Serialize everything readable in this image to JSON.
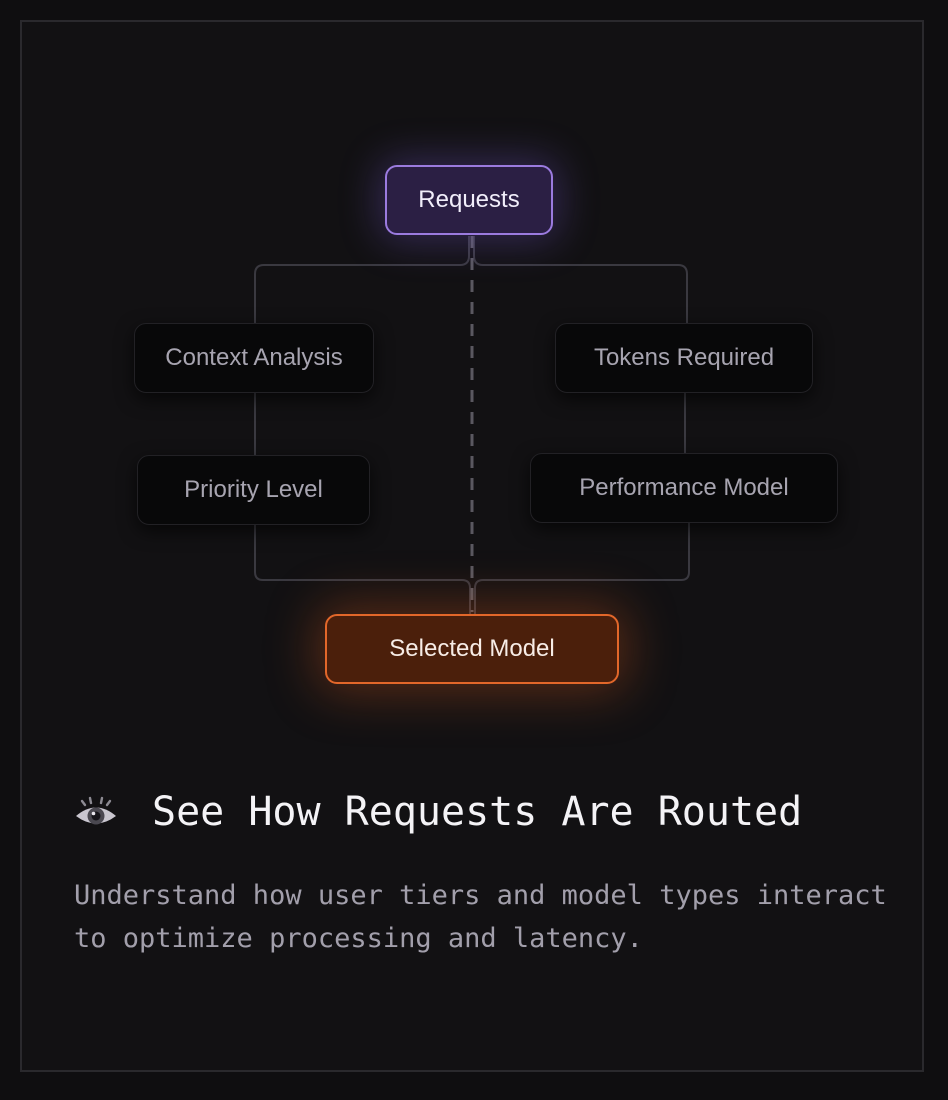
{
  "diagram": {
    "nodes": {
      "requests": "Requests",
      "context_analysis": "Context Analysis",
      "tokens_required": "Tokens Required",
      "priority_level": "Priority Level",
      "performance_model": "Performance Model",
      "selected_model": "Selected Model"
    },
    "colors": {
      "requests_accent": "#9b7bdf",
      "selected_accent": "#e2672a",
      "connector": "#3a3940"
    }
  },
  "section": {
    "icon": "eye-icon",
    "heading": "See How Requests Are Routed",
    "description": "Understand how user tiers and model types interact to optimize processing and latency."
  }
}
